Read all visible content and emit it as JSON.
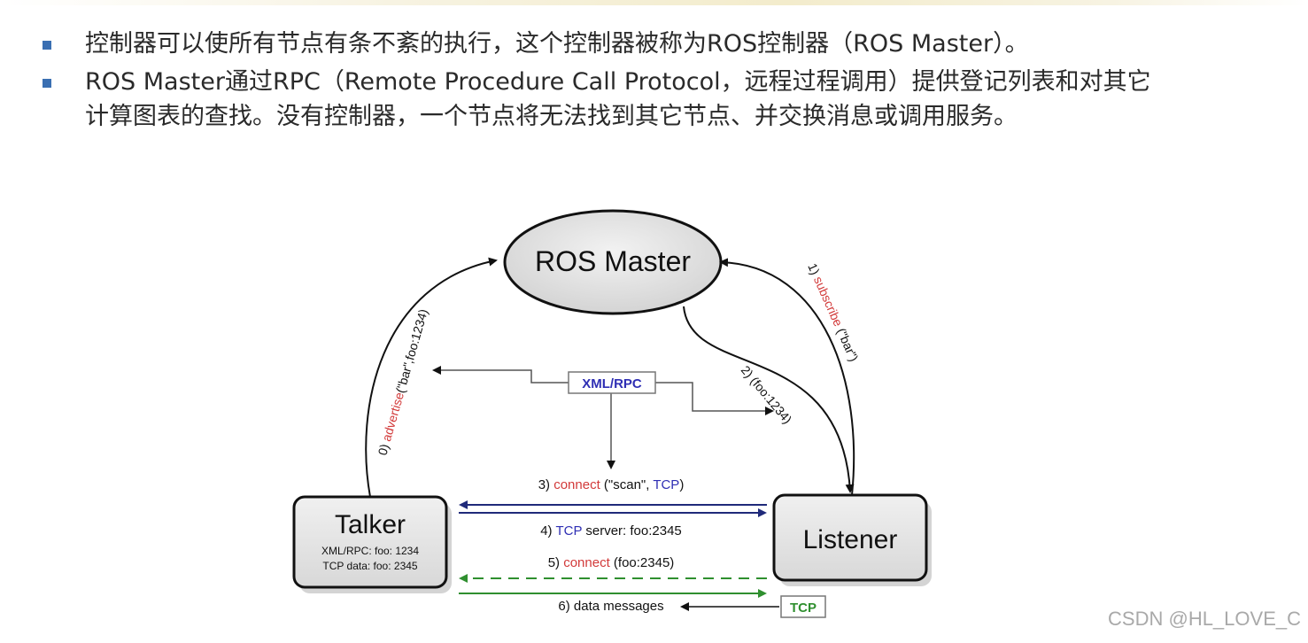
{
  "bullets": [
    {
      "text": "控制器可以使所有节点有条不紊的执行，这个控制器被称为ROS控制器（ROS Master）。"
    },
    {
      "line1": "ROS Master通过RPC（Remote Procedure Call Protocol，远程过程调用）提供登记列表和对其它",
      "line2": "计算图表的查找。没有控制器，一个节点将无法找到其它节点、并交换消息或调用服务。"
    }
  ],
  "diagram": {
    "master": "ROS Master",
    "talker": {
      "title": "Talker",
      "line1": "XML/RPC: foo: 1234",
      "line2": "TCP data: foo: 2345"
    },
    "listener": "Listener",
    "xmlrpc_box": "XML/RPC",
    "tcp_box": "TCP",
    "step0": {
      "prefix": "0) ",
      "verb": "advertise",
      "args": "(\"bar\",foo:1234)"
    },
    "step1": {
      "prefix": "1) ",
      "verb": "subscribe",
      "args": " (\"bar\")"
    },
    "step2": {
      "text": "2) (foo:1234)"
    },
    "step3": {
      "prefix": "3) ",
      "verb": "connect",
      "mid": " (\"scan\", ",
      "proto": "TCP",
      "suffix": ")"
    },
    "step4": {
      "prefix": "4) ",
      "proto": "TCP",
      "rest": " server: foo:2345"
    },
    "step5": {
      "prefix": "5) ",
      "verb": "connect",
      "rest": " (foo:2345)"
    },
    "step6": {
      "text": "6) data messages"
    },
    "colors": {
      "verb": "#d23a3a",
      "proto": "#2f2fb4",
      "green": "#2f8f2f",
      "navy": "#1f2a7a"
    }
  },
  "watermark": "CSDN @HL_LOVE_C"
}
